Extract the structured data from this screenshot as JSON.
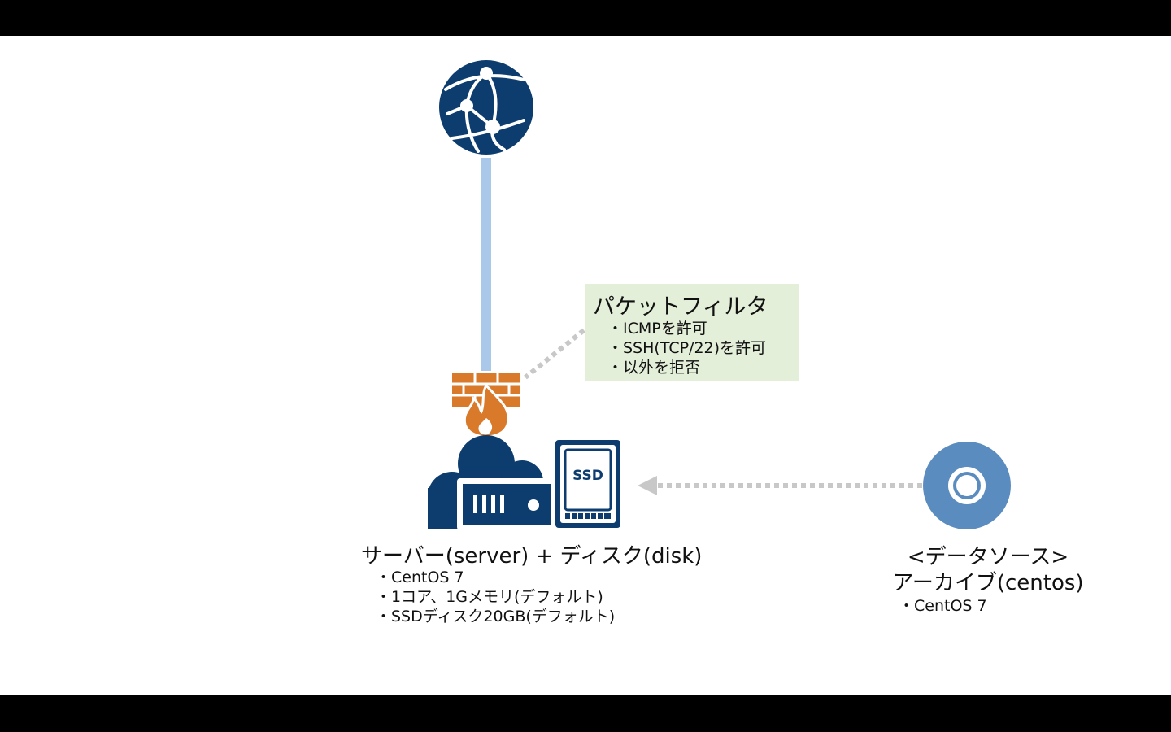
{
  "colors": {
    "background": "#ffffff",
    "frame": "#000000",
    "navy": "#0d3d6f",
    "link": "#a9c8ea",
    "firewall": "#d97a2b",
    "dotted": "#c8c8c8",
    "note_bg": "#e4efd9",
    "archive": "#5b8cc0"
  },
  "icons": {
    "internet": "globe-network-icon",
    "firewall": "firewall-icon",
    "server": "cloud-server-icon",
    "disk": "ssd-disk-icon",
    "archive": "archive-disc-icon"
  },
  "packet_filter": {
    "title": "パケットフィルタ",
    "rules": [
      "・ICMPを許可",
      "・SSH(TCP/22)を許可",
      "・以外を拒否"
    ]
  },
  "server": {
    "title": "サーバー(server) + ディスク(disk)",
    "specs": [
      "・CentOS 7",
      "・1コア、1Gメモリ(デフォルト)",
      "・SSDディスク20GB(デフォルト)"
    ]
  },
  "ssd_label": "SSD",
  "data_source": {
    "line1": "<データソース>",
    "line2": "アーカイブ(centos)",
    "spec": "・CentOS 7"
  }
}
